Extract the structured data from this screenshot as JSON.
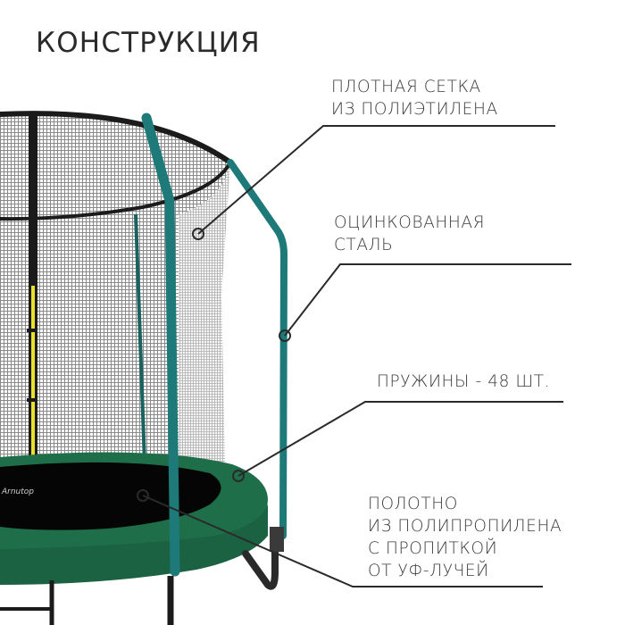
{
  "title": "КОНСТРУКЦИЯ",
  "callouts": {
    "net": {
      "lines": [
        "ПЛОТНАЯ СЕТКА",
        "ИЗ ПОЛИЭТИЛЕНА"
      ]
    },
    "steel": {
      "lines": [
        "ОЦИНКОВАННАЯ",
        "СТАЛЬ"
      ]
    },
    "springs": {
      "lines": [
        "ПРУЖИНЫ - 48 ШТ."
      ]
    },
    "mat": {
      "lines": [
        "ПОЛОТНО",
        "ИЗ ПОЛИПРОПИЛЕНА",
        "С ПРОПИТКОЙ",
        "ОТ УФ-ЛУЧЕЙ"
      ]
    }
  },
  "product": {
    "brand_logo_text": "Arnutop",
    "colors": {
      "pad_green": "#1f6e4a",
      "pole_teal": "#1d7a78",
      "frame_black": "#1b1b1b",
      "mat_black": "#050505",
      "zip_yellow": "#e8e02a",
      "net_gray": "#9a9a9a",
      "callout_line": "#2a2a2a",
      "text": "#3a3a3a"
    }
  }
}
